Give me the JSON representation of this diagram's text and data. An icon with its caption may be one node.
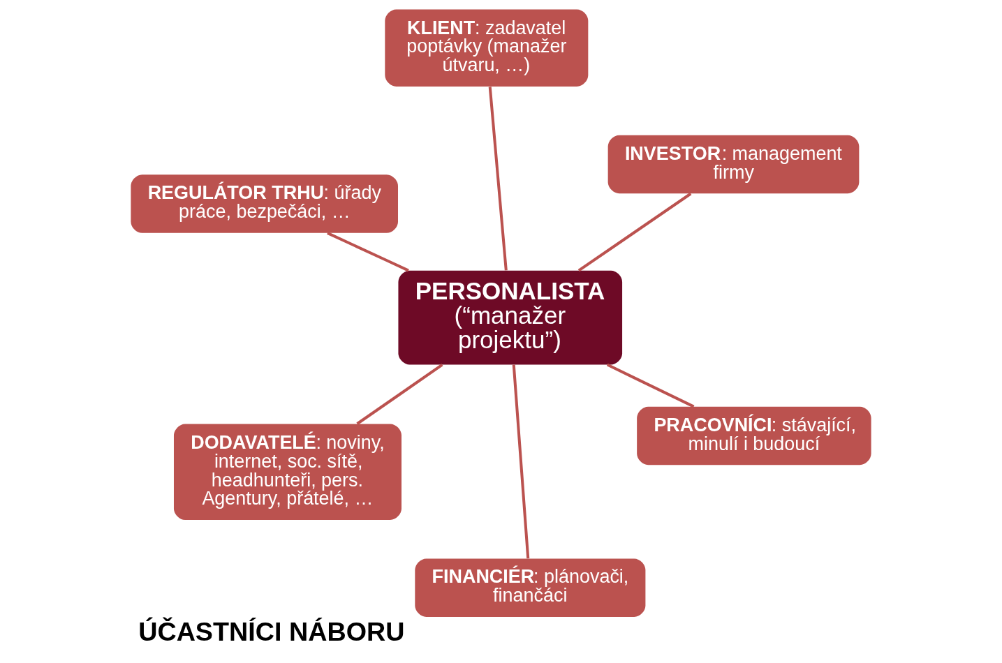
{
  "diagram": {
    "title": "ÚČASTNÍCI NÁBORU",
    "nodes": [
      {
        "text": [
          "**PERSONALISTA** (“manažer projektu”)"
        ]
      },
      {
        "text": [
          "**DODAVATELÉ**: noviny, internet, soc. sítě, headhunteři, pers. Agentury, přátelé, …"
        ]
      },
      {
        "text": [
          "**PRACOVNÍCI**: stávající, minulí i budoucí"
        ]
      },
      {
        "text": [
          "**REGULÁTOR TRHU**: úřady práce, bezpečáci, …"
        ]
      },
      {
        "text": [
          "**KLIENT**: zadavatel poptávky (manažer útvaru, …)"
        ]
      },
      {
        "text": [
          "**FINANCIÉR**: plánovači, finančáci"
        ]
      },
      {
        "text": [
          "**INVESTOR**: management firmy"
        ]
      }
    ],
    "edges": [
      {
        "from": 0,
        "to": 1,
        "arrow": "none"
      },
      {
        "from": 0,
        "to": 2,
        "arrow": "none"
      },
      {
        "from": 0,
        "to": 3,
        "arrow": "none"
      },
      {
        "from": 0,
        "to": 4,
        "arrow": "none"
      },
      {
        "from": 0,
        "to": 5,
        "arrow": "none"
      },
      {
        "from": 0,
        "to": 6,
        "arrow": "none"
      }
    ]
  }
}
